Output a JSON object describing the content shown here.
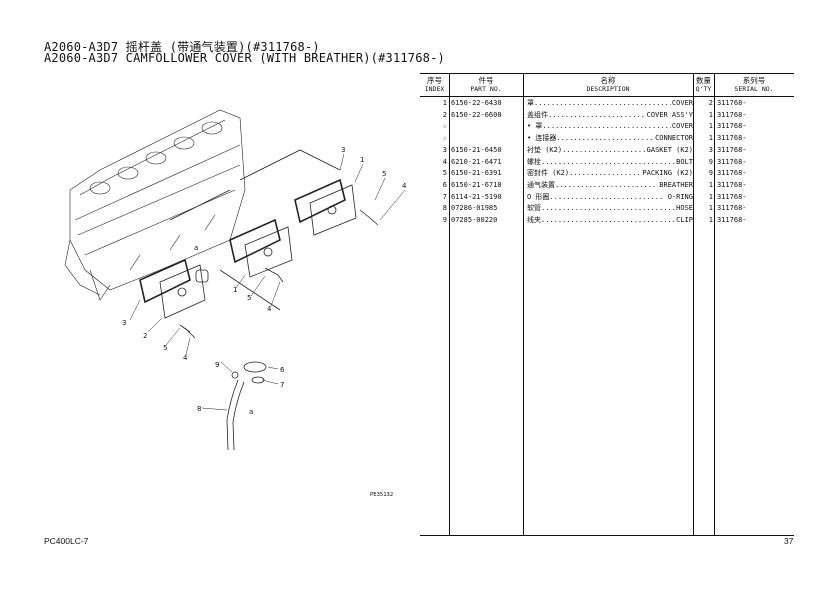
{
  "header": {
    "title_cn": "A2060-A3D7 摇杆盖 (带通气装置)(#311768-)",
    "title_en": "A2060-A3D7 CAMFOLLOWER COVER (WITH BREATHER)(#311768-)"
  },
  "diagram": {
    "callouts": [
      "3",
      "1",
      "5",
      "4",
      "a",
      "3",
      "2",
      "5",
      "4",
      "1",
      "5",
      "4",
      "9",
      "6",
      "7",
      "a",
      "8"
    ],
    "drawing_code": "PE35132"
  },
  "table": {
    "columns": [
      {
        "cn": "序号",
        "en": "INDEX"
      },
      {
        "cn": "件号",
        "en": "PART NO."
      },
      {
        "cn": "名称",
        "en": "DESCRIPTION"
      },
      {
        "cn": "数量",
        "en": "Q'TY"
      },
      {
        "cn": "系列号",
        "en": "SERIAL NO."
      }
    ],
    "rows": [
      {
        "index": "1",
        "part": "6150-22-6430",
        "cn": "罩",
        "dots": "..................................",
        "en": "COVER",
        "qty": "2",
        "serial": "311768-"
      },
      {
        "index": "2",
        "part": "6150-22-6600",
        "cn": "盖组件",
        "dots": "..........................",
        "en": "COVER ASS'Y",
        "qty": "1",
        "serial": "311768-"
      },
      {
        "index": "☆",
        "part": "",
        "cn": "• 罩",
        "dots": "................................",
        "en": "COVER",
        "qty": "1",
        "serial": "311768-"
      },
      {
        "index": "☆",
        "part": "",
        "cn": "• 连接器",
        "dots": "..........................",
        "en": "CONNECTOR",
        "qty": "1",
        "serial": "311768-"
      },
      {
        "index": "3",
        "part": "6150-21-6450",
        "cn": "衬垫 (K2)",
        "dots": "......................",
        "en": "GASKET (K2)",
        "qty": "3",
        "serial": "311768-"
      },
      {
        "index": "4",
        "part": "6210-21-6471",
        "cn": "螺栓",
        "dots": "................................",
        "en": "BOLT",
        "qty": "9",
        "serial": "311768-"
      },
      {
        "index": "5",
        "part": "6150-21-6391",
        "cn": "密封件 (K2)",
        "dots": "...................",
        "en": "PACKING (K2)",
        "qty": "9",
        "serial": "311768-"
      },
      {
        "index": "6",
        "part": "6150-21-6710",
        "cn": "通气装置",
        "dots": "..........................",
        "en": "BREATHER",
        "qty": "1",
        "serial": "311768-"
      },
      {
        "index": "7",
        "part": "6114-21-5190",
        "cn": "O 形圈",
        "dots": "...........................",
        "en": "O-RING",
        "qty": "1",
        "serial": "311768-"
      },
      {
        "index": "8",
        "part": "07286-01985",
        "cn": "软管",
        "dots": "................................",
        "en": "HOSE",
        "qty": "1",
        "serial": "311768-"
      },
      {
        "index": "9",
        "part": "07285-00220",
        "cn": "线夹",
        "dots": "................................",
        "en": "CLIP",
        "qty": "1",
        "serial": "311768-"
      }
    ]
  },
  "footer": {
    "model": "PC400LC-7",
    "page": "37"
  }
}
